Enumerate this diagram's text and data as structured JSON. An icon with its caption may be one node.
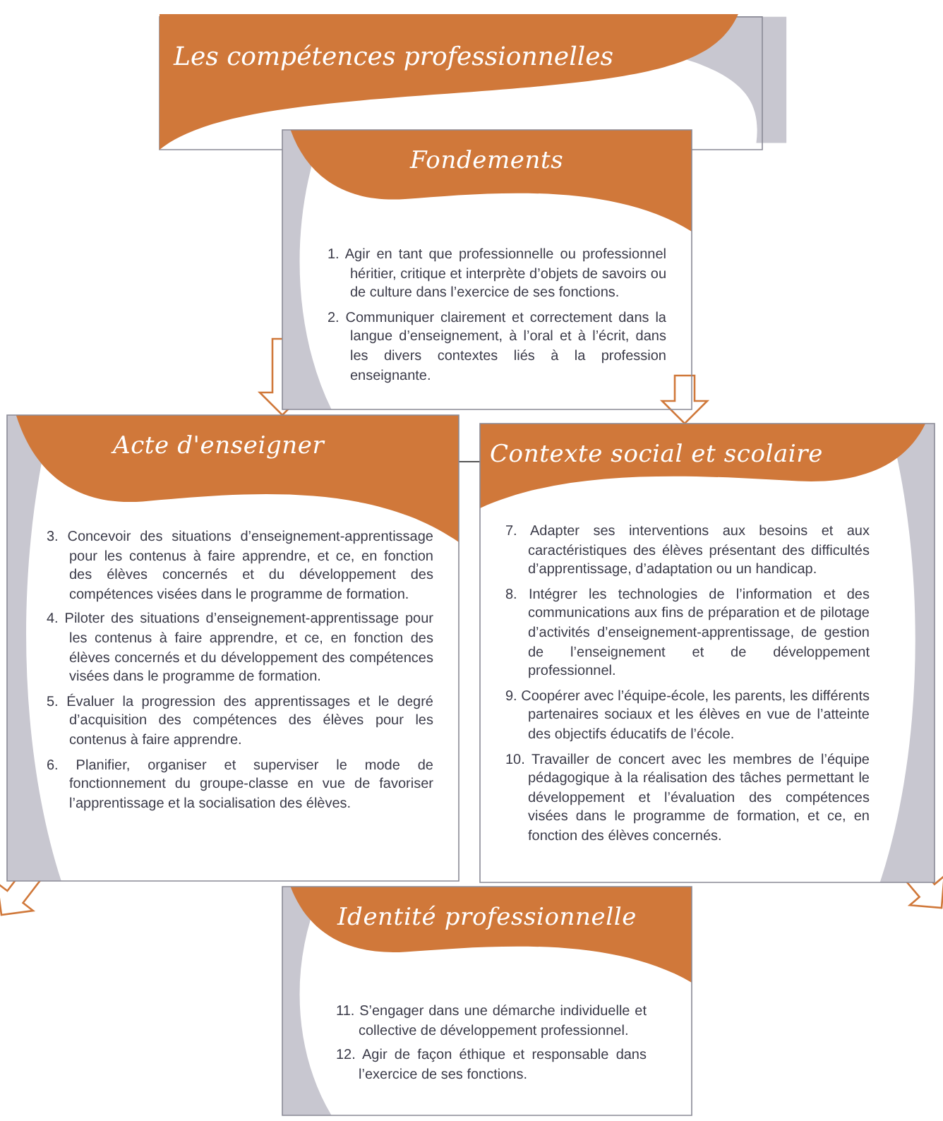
{
  "diagram": {
    "title": "Les compétences professionnelles",
    "nodes": [
      {
        "text": [
          "Fondements",
          "1. Agir en tant que professionnelle ou professionnel héritier, critique et interprète d’objets de savoirs ou de culture dans l’exercice de ses fonctions.",
          "2. Communiquer clairement et correctement dans la langue d’enseignement, à l’oral et à l’écrit, dans les divers contextes liés à la profession enseignante."
        ]
      },
      {
        "text": [
          "Acte d'enseigner",
          "3. Concevoir des situations d’enseignement-apprentissage pour les contenus à faire apprendre, et ce, en fonction des élèves concernés et du développement des compétences visées dans le programme de formation.",
          "4. Piloter des situations d’enseignement-apprentissage pour les contenus à faire apprendre, et ce, en fonction des élèves concernés et du développement des compétences visées dans le programme de formation.",
          "5. Évaluer la progression des apprentissages et le degré d’acquisition des compétences des élèves pour les contenus à faire apprendre.",
          "6. Planifier, organiser et superviser le mode de fonctionnement du groupe-classe en vue de favoriser l’apprentissage et la socialisation des élèves."
        ]
      },
      {
        "text": [
          "Contexte social et scolaire",
          "7. Adapter ses interventions aux besoins et aux caractéristiques des élèves présentant des difficultés d’apprentissage, d’adaptation ou un handicap.",
          "8. Intégrer les technologies de l’information et des communications aux fins de préparation et de pilotage d’activités d’enseignement-apprentissage, de gestion de l’enseignement et de développement professionnel.",
          "9. Coopérer avec l’équipe-école, les parents, les différents partenaires sociaux et les élèves en vue de l’atteinte des objectifs éducatifs de l’école.",
          "10. Travailler de concert avec les membres de l’équipe pédagogique à la réalisation des tâches permettant le développement et l’évaluation des compétences visées dans le programme de formation, et ce, en fonction des élèves concernés."
        ]
      },
      {
        "text": [
          "Identité professionnelle",
          "11. S’engager dans une démarche individuelle et collective de développement professionnel.",
          "12. Agir de façon éthique et responsable dans l’exercice de ses fonctions."
        ]
      }
    ],
    "edges": [
      {
        "from": 0,
        "to": 1,
        "arrow": "to"
      },
      {
        "from": 0,
        "to": 2,
        "arrow": "to"
      },
      {
        "from": 1,
        "to": 2,
        "arrow": "none"
      },
      {
        "from": 1,
        "to": null,
        "arrow": "to"
      },
      {
        "from": 2,
        "to": null,
        "arrow": "to"
      }
    ]
  }
}
